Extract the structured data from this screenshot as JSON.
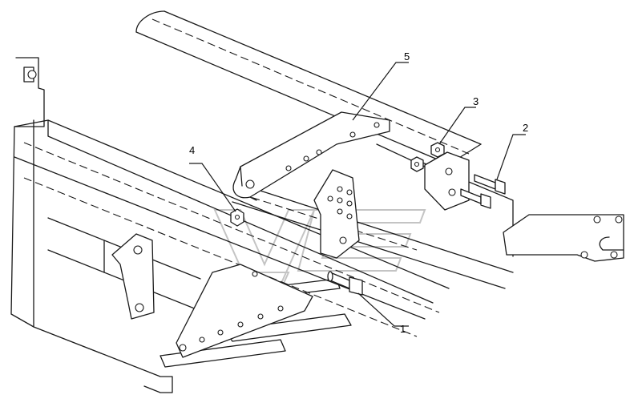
{
  "callouts": {
    "c1": "1",
    "c2": "2",
    "c3": "3",
    "c4": "4",
    "c5": "5"
  },
  "colors": {
    "line": "#1a1a1a",
    "background": "#ffffff",
    "watermark": "#c4c4c4"
  },
  "icons": {
    "watermark": "watermark-logo-icon"
  }
}
